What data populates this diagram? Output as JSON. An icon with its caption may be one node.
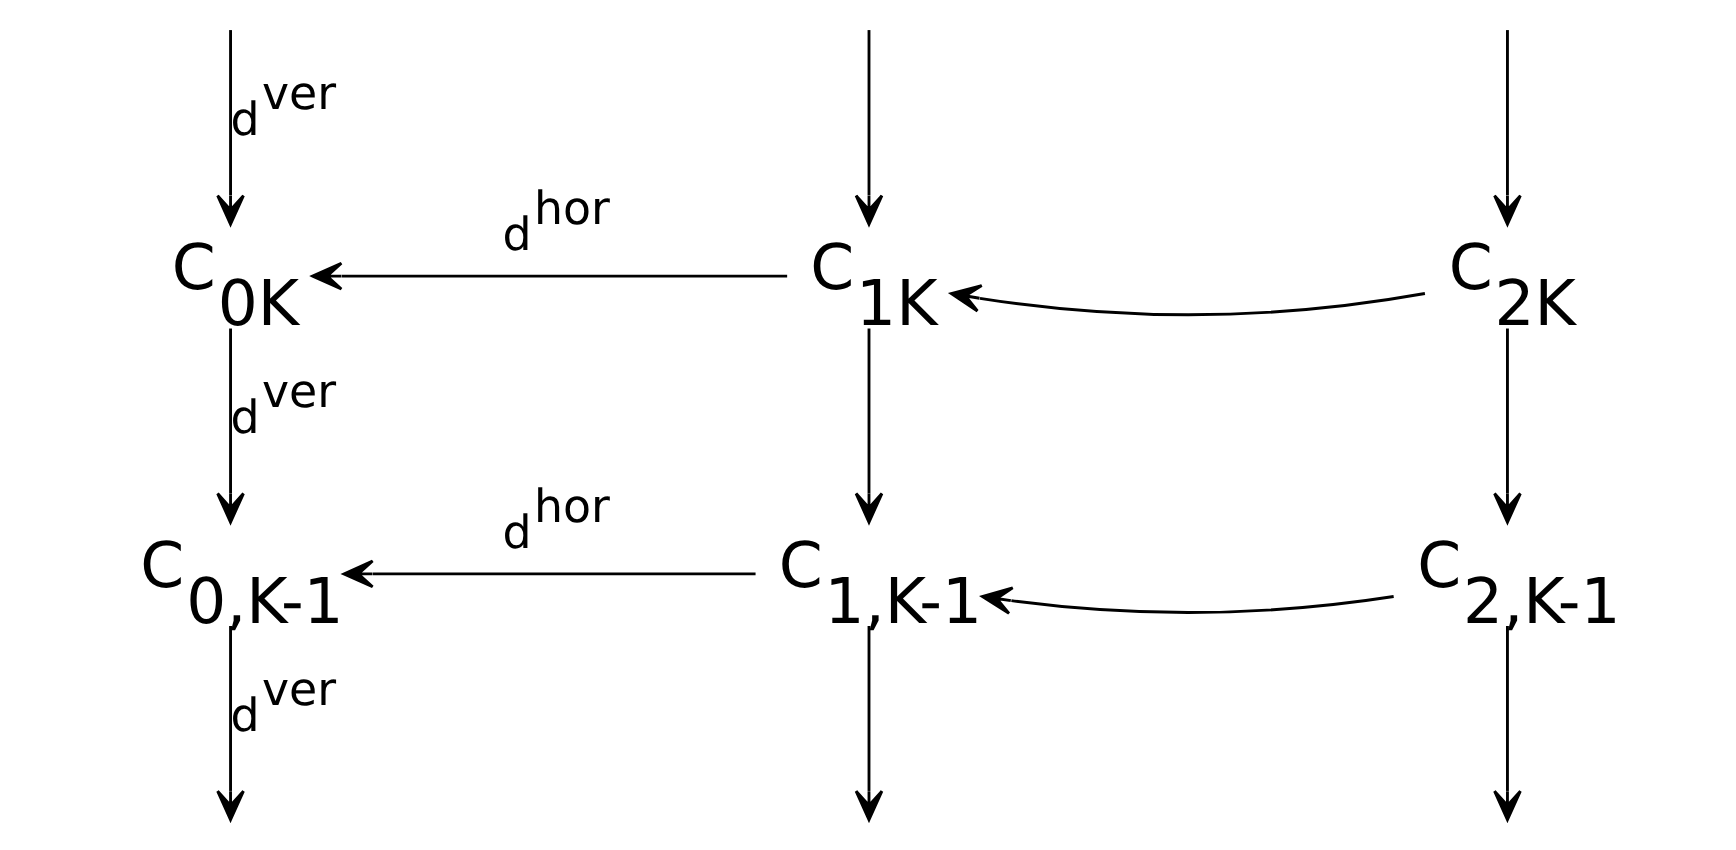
{
  "diagram": {
    "nodes": [
      {
        "text": [
          "C$_{0K}$"
        ]
      },
      {
        "text": [
          "C$_{1K}$"
        ]
      },
      {
        "text": [
          "C$_{2K}$"
        ]
      },
      {
        "text": [
          "C$_{0,K-1}$"
        ]
      },
      {
        "text": [
          "C$_{1,K-1}$"
        ]
      },
      {
        "text": [
          "C$_{2,K-1}$"
        ]
      }
    ],
    "edges": [
      {
        "from": null,
        "to": 0,
        "arrow": "to",
        "label": "d$^{ver}$"
      },
      {
        "from": null,
        "to": 1,
        "arrow": "to"
      },
      {
        "from": null,
        "to": 2,
        "arrow": "to"
      },
      {
        "from": 1,
        "to": 0,
        "arrow": "to",
        "label": "d$^{hor}$"
      },
      {
        "from": 2,
        "to": 1,
        "arrow": "to"
      },
      {
        "from": 0,
        "to": 3,
        "arrow": "to",
        "label": "d$^{ver}$"
      },
      {
        "from": 1,
        "to": 4,
        "arrow": "to"
      },
      {
        "from": 2,
        "to": 5,
        "arrow": "to"
      },
      {
        "from": 4,
        "to": 3,
        "arrow": "to",
        "label": "d$^{hor}$"
      },
      {
        "from": 5,
        "to": 4,
        "arrow": "to"
      },
      {
        "from": 3,
        "to": null,
        "arrow": "to",
        "label": "d$^{ver}$"
      },
      {
        "from": 4,
        "to": null,
        "arrow": "to"
      },
      {
        "from": 5,
        "to": null,
        "arrow": "to"
      }
    ]
  }
}
